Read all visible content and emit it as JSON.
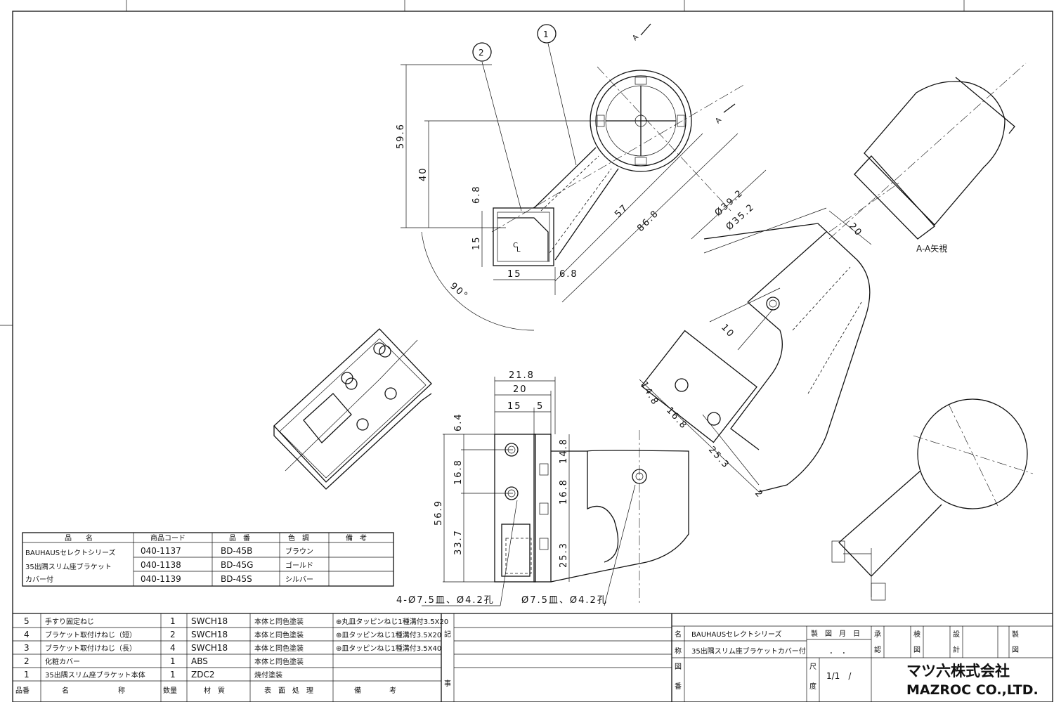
{
  "dimensions": {
    "d59_6": "59.6",
    "d40": "40",
    "d6_8a": "6.8",
    "d15v": "15",
    "d15h": "15",
    "d6_8b": "6.8",
    "d57": "57",
    "d86_8": "86.8",
    "angle90": "90°",
    "dia39_2": "Ø39.2",
    "dia35_2": "Ø35.2",
    "d20r": "20",
    "d10": "10",
    "d14_8a": "14.8",
    "d16_8a": "16.8",
    "d25_3a": "25.3",
    "d2": "2",
    "d21_8": "21.8",
    "d20f": "20",
    "d15f": "15",
    "d5": "5",
    "d6_4": "6.4",
    "d16_8b": "16.8",
    "d56_9": "56.9",
    "d33_7": "33.7",
    "d14_8b": "14.8",
    "d16_8c": "16.8",
    "d25_3b": "25.3",
    "hole_note_left": "4-Ø7.5皿、Ø4.2孔",
    "hole_note_right": "Ø7.5皿、Ø4.2孔"
  },
  "callouts": {
    "c1": "1",
    "c2": "2"
  },
  "section_marks": {
    "a1": "A",
    "a2": "A"
  },
  "view_label": "A-A矢視",
  "product_table": {
    "headers": [
      "品　　名",
      "商品コード",
      "品　番",
      "色　調",
      "備　考"
    ],
    "name_lines": [
      "BAUHAUSセレクトシリーズ",
      "35出隅スリム座ブラケット",
      "カバー付"
    ],
    "rows": [
      {
        "code": "040-1137",
        "part": "BD-45B",
        "color": "ブラウン"
      },
      {
        "code": "040-1138",
        "part": "BD-45G",
        "color": "ゴールド"
      },
      {
        "code": "040-1139",
        "part": "BD-45S",
        "color": "シルバー"
      }
    ]
  },
  "parts_list": {
    "rows": [
      {
        "no": "5",
        "name": "手すり固定ねじ",
        "qty": "1",
        "material": "SWCH18",
        "finish": "本体と同色塗装",
        "note": "⊕丸皿タッピンねじ1種溝付3.5X20"
      },
      {
        "no": "4",
        "name": "ブラケット取付けねじ（短）",
        "qty": "2",
        "material": "SWCH18",
        "finish": "本体と同色塗装",
        "note": "⊕皿タッピンねじ1種溝付3.5X20"
      },
      {
        "no": "3",
        "name": "ブラケット取付けねじ（長）",
        "qty": "4",
        "material": "SWCH18",
        "finish": "本体と同色塗装",
        "note": "⊕皿タッピンねじ1種溝付3.5X40"
      },
      {
        "no": "2",
        "name": "化粧カバー",
        "qty": "1",
        "material": "ABS",
        "finish": "本体と同色塗装",
        "note": ""
      },
      {
        "no": "1",
        "name": "35出隅スリム座ブラケット本体",
        "qty": "1",
        "material": "ZDC2",
        "finish": "焼付塗装",
        "note": ""
      }
    ],
    "headers": {
      "no": "品番",
      "name": "名　　　　　　　称",
      "qty": "数量",
      "material": "材　質",
      "finish": "表　面　処　理",
      "note": "備　　　　考"
    }
  },
  "title_block": {
    "ki": "記",
    "ji": "事",
    "mei": "名",
    "sho": "称",
    "zu": "図",
    "ban": "番",
    "title_line1": "BAUHAUSセレクトシリーズ",
    "title_line2": "35出隅スリム座ブラケットカバー付",
    "date_label": "製　図　月　日",
    "date_value": "．　．",
    "shaku": "尺",
    "do": "度",
    "scale_value": "1/1　/",
    "sho2": "承",
    "nin": "認",
    "ken": "検",
    "zu2": "図",
    "setsu": "設",
    "kei": "計",
    "sei": "製",
    "zu3": "図",
    "company_jp": "マツ六株式会社",
    "company_en": "MAZROC CO.,LTD."
  }
}
